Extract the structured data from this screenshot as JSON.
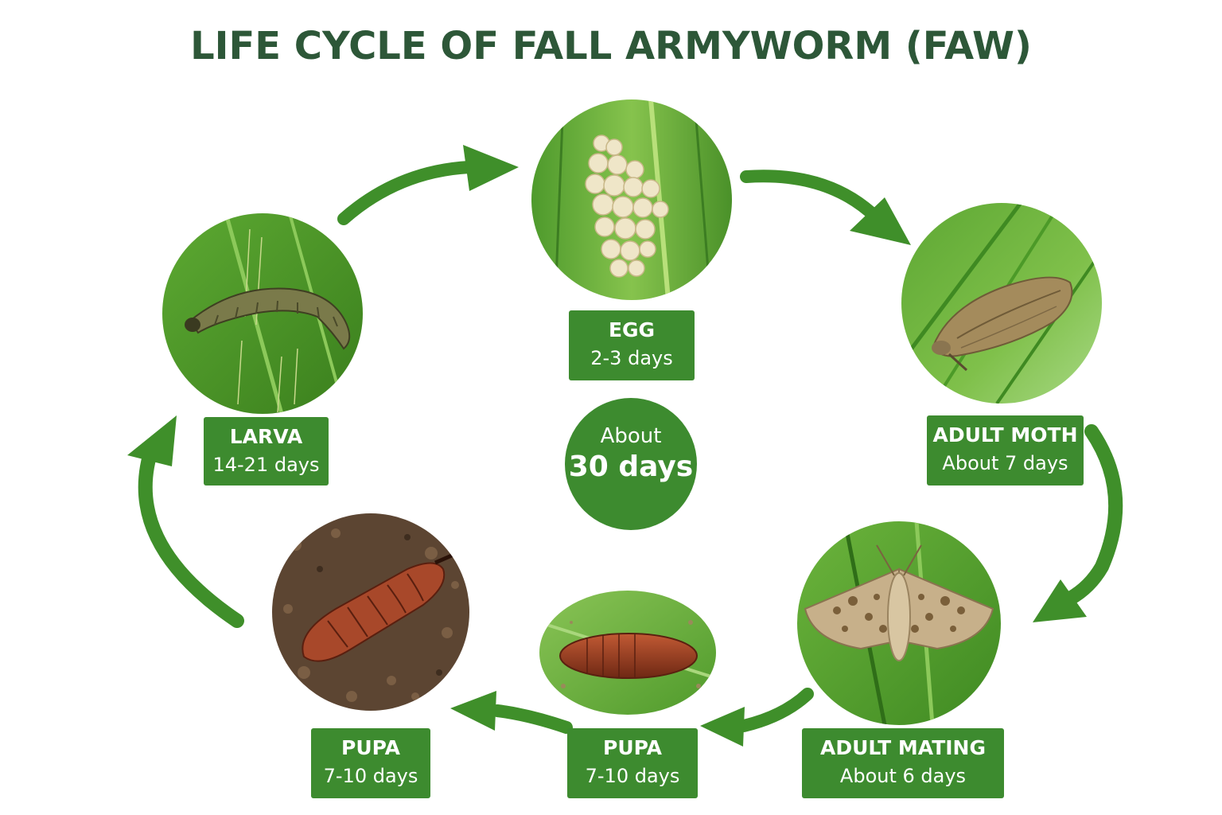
{
  "title": "LIFE CYCLE OF FALL ARMYWORM (FAW)",
  "colors": {
    "title": "#2d5738",
    "accent": "#3d8b2f",
    "arrow": "#3f8f2a"
  },
  "center": {
    "line1": "About",
    "line2": "30 days"
  },
  "stages": {
    "egg": {
      "name": "EGG",
      "days": "2-3 days",
      "photo": "egg-cluster-on-leaf"
    },
    "adult_moth": {
      "name": "ADULT MOTH",
      "days": "About 7 days",
      "photo": "moth-on-leaf"
    },
    "adult_mating": {
      "name": "ADULT MATING",
      "days": "About 6 days",
      "photo": "moth-wings-spread"
    },
    "pupa_right": {
      "name": "PUPA",
      "days": "7-10 days",
      "photo": "pupa-on-leaf"
    },
    "pupa_left": {
      "name": "PUPA",
      "days": "7-10 days",
      "photo": "pupa-in-soil"
    },
    "larva": {
      "name": "LARVA",
      "days": "14-21 days",
      "photo": "caterpillar-on-leaf"
    }
  }
}
